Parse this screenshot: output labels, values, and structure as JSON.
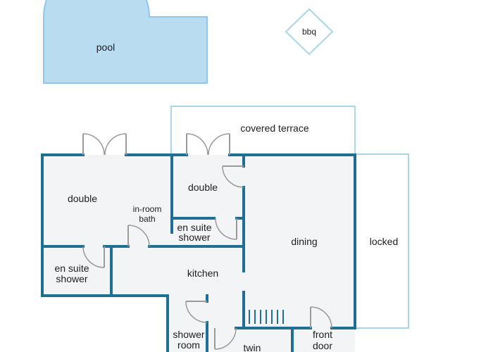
{
  "colors": {
    "wall": "#1f6e93",
    "light_wall": "#a9d6ea",
    "pool_fill": "#b9dcf1",
    "pool_stroke": "#8ec8e6",
    "floor": "#f3f4f5",
    "door": "#9a9a9a",
    "text": "#1e1e1e"
  },
  "outdoor": {
    "pool": "pool",
    "bbq": "bbq",
    "covered_terrace": "covered terrace"
  },
  "rooms": {
    "double_1": "double",
    "in_room_bath_1": "in-room",
    "in_room_bath_2": "bath",
    "double_2": "double",
    "en_suite_shower_a_1": "en suite",
    "en_suite_shower_a_2": "shower",
    "dining": "dining",
    "locked": "locked",
    "en_suite_shower_b_1": "en suite",
    "en_suite_shower_b_2": "shower",
    "kitchen": "kitchen",
    "shower_room_1": "shower",
    "shower_room_2": "room",
    "twin": "twin",
    "front_door_1": "front",
    "front_door_2": "door"
  }
}
